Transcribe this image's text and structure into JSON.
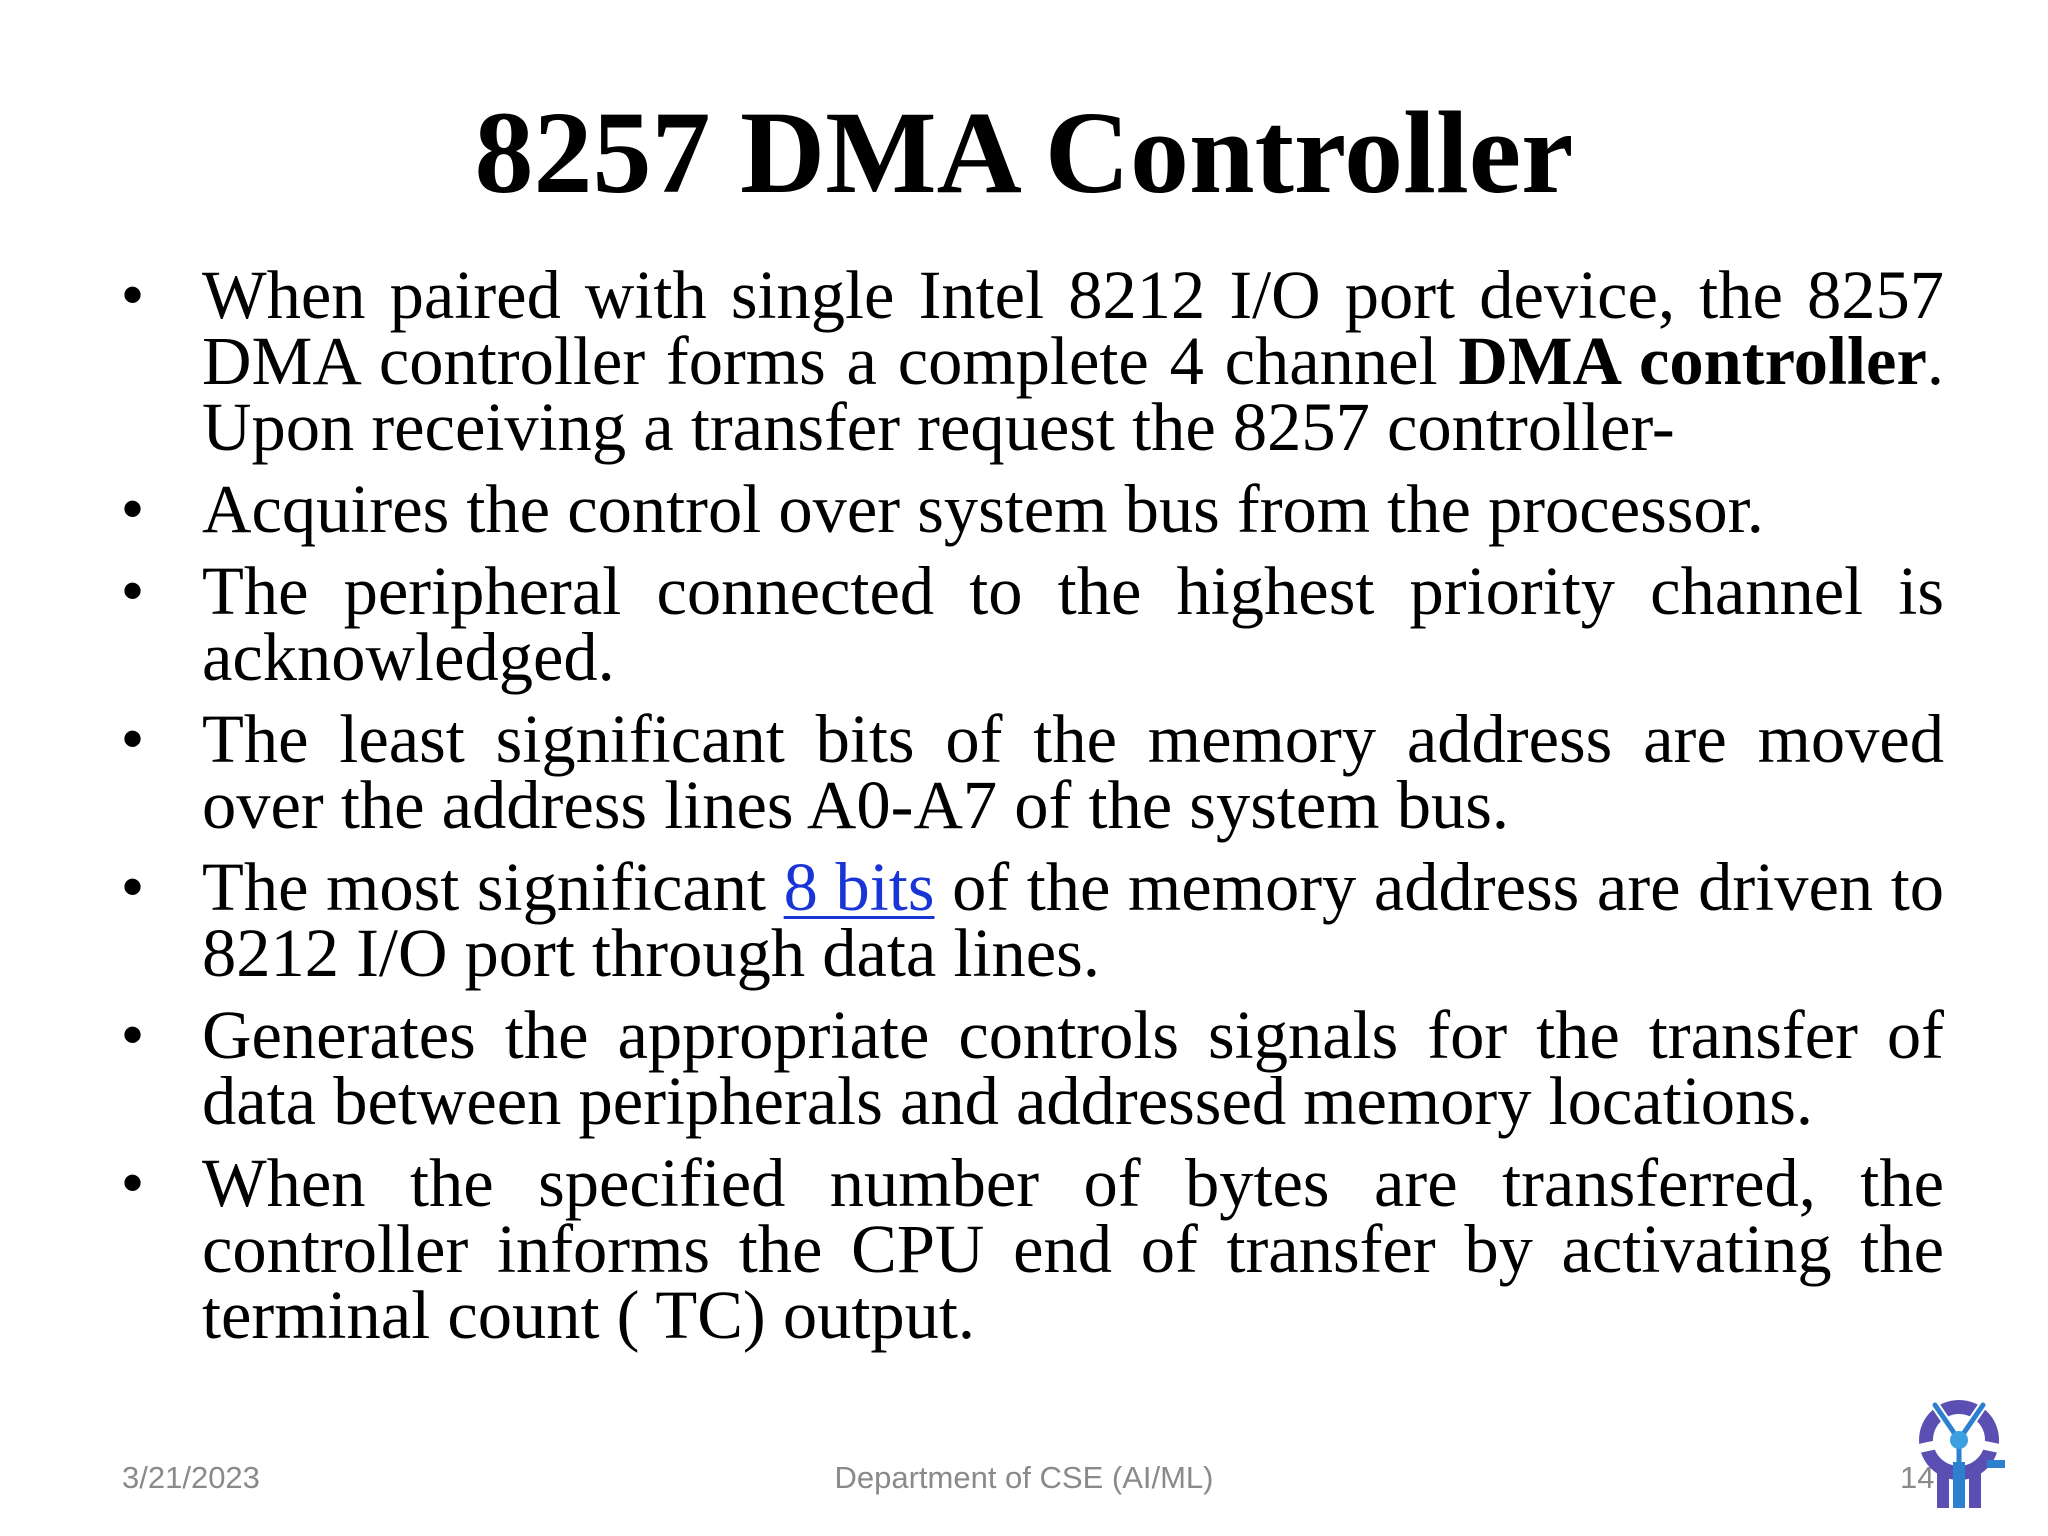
{
  "slide": {
    "title": "8257 DMA Controller",
    "bullets": [
      {
        "before": "When paired with single Intel 8212 I/O port device, the 8257 DMA controller forms a complete 4 channel ",
        "bold": "DMA controller",
        "after": ". Upon receiving a transfer request the 8257 controller-"
      },
      {
        "text": "Acquires the control over system bus from the processor."
      },
      {
        "text": "The peripheral connected to the highest priority channel is acknowledged."
      },
      {
        "text": "The least significant bits of the memory address are moved over the address lines A0-A7 of the system bus."
      },
      {
        "before": "The most significant ",
        "link": "8 bits",
        "after": " of the memory address are driven to 8212 I/O port through data lines."
      },
      {
        "text": "Generates the appropriate controls signals for the transfer of data between peripherals and addressed memory locations."
      },
      {
        "text": "When the specified number of bytes are transferred, the controller informs the CPU end of transfer by activating the terminal count ( TC) output."
      }
    ],
    "bullet_glyph": "•"
  },
  "footer": {
    "date": "3/21/2023",
    "department": "Department of CSE (AI/ML)",
    "page_number": "14"
  },
  "logo": {
    "icon": "institution-logo-icon",
    "colors": {
      "primary": "#5b4fb3",
      "secondary": "#2d7fd0",
      "accent": "#3aa0e0"
    }
  },
  "colors": {
    "text": "#000000",
    "link": "#1a35d6",
    "footer_text": "#8a8a8a",
    "background": "#ffffff"
  }
}
